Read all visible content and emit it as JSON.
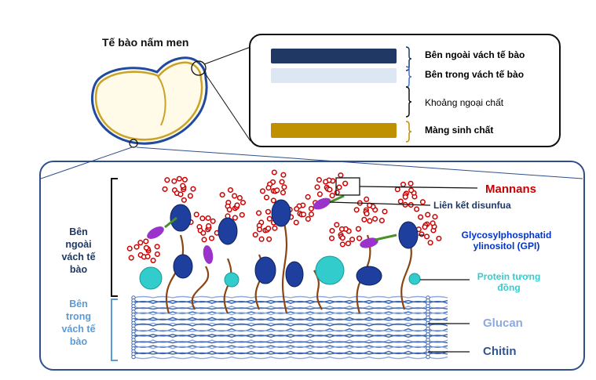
{
  "title": "Tế bào nấm men",
  "legend": {
    "items": [
      {
        "label": "Bên ngoài vách tế bào",
        "color": "#1f3864",
        "label_color": "#1f3864"
      },
      {
        "label": "Bên trong vách tế bào",
        "color": "#dde6f3",
        "label_color": "#4472c4"
      },
      {
        "label": "Khoảng ngoại chất",
        "color": null,
        "label_color": "#404040"
      },
      {
        "label": "Màng sinh chất",
        "color": "#bf9000",
        "label_color": "#bf9000"
      }
    ]
  },
  "left_labels": {
    "outer": "Bên ngoài vách tế bào",
    "inner": "Bên trong vách tế bào"
  },
  "right_labels": {
    "mannans": "Mannans",
    "disulfide": "Liên kết disunfua",
    "gpi": "Glycosylphosphatidylinositol (GPI)",
    "protein": "Protein tương đồng",
    "glucan": "Glucan",
    "chitin": "Chitin"
  },
  "colors": {
    "mannan": "#cc0000",
    "protein_dark": "#1f3f9f",
    "protein_light": "#33cccc",
    "gpi_purple": "#9933cc",
    "stalk": "#8b4513",
    "green_link": "#4a8f2a",
    "fiber": "#3a64b0",
    "frame": "#2e4f8c"
  }
}
